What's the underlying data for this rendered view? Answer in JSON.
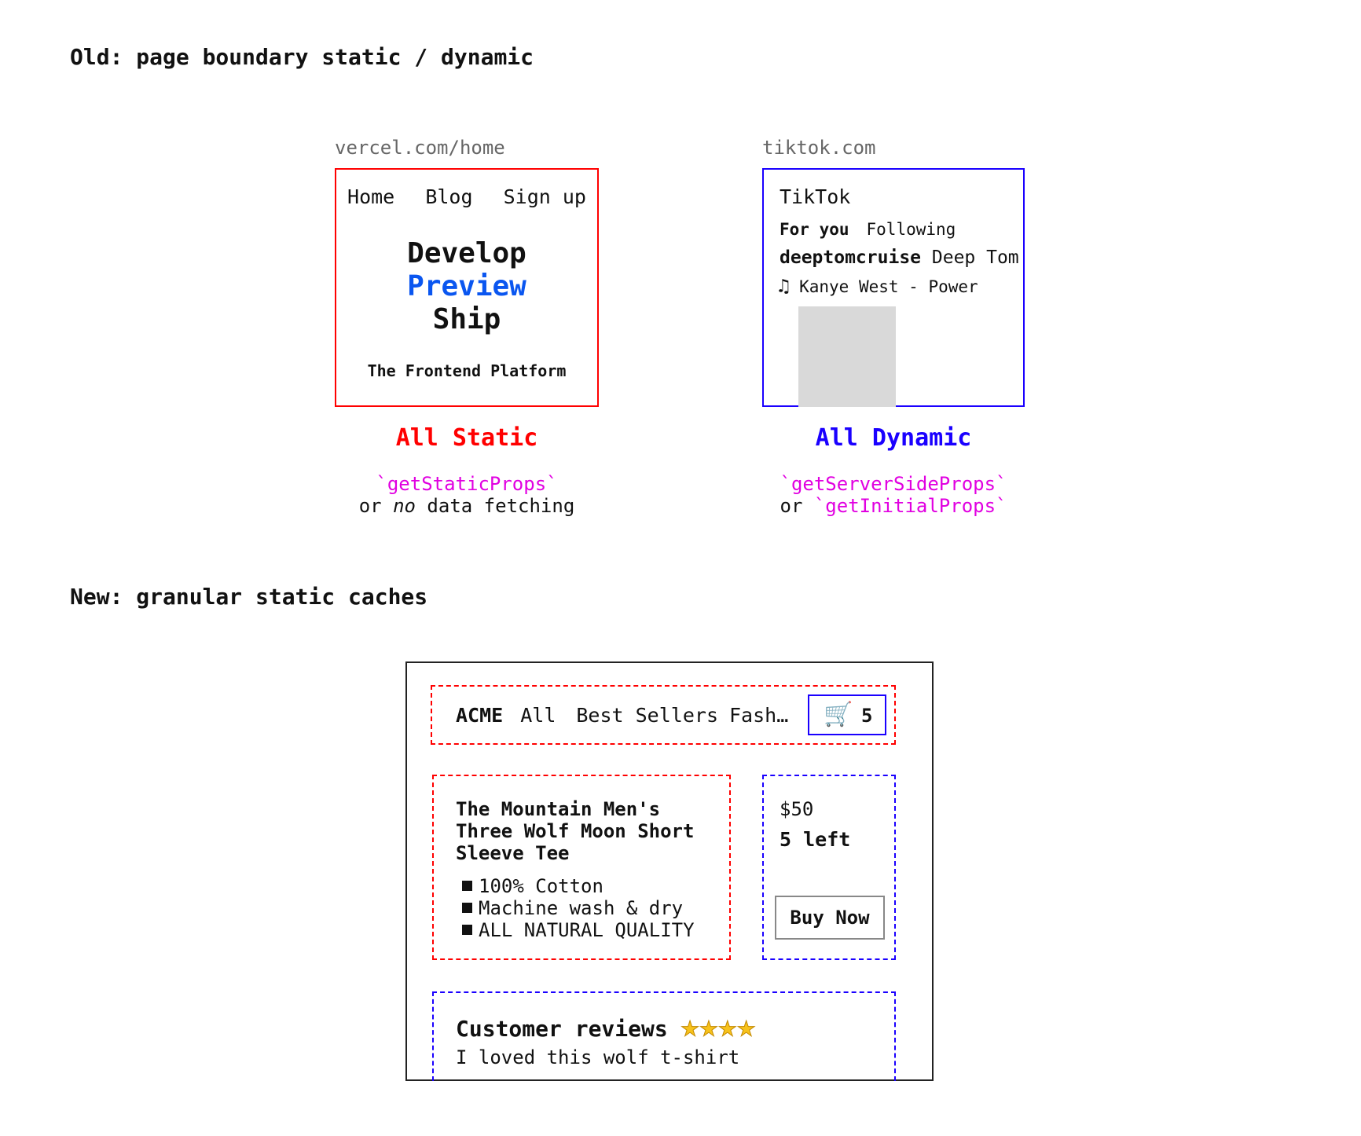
{
  "old": {
    "title": "Old: page boundary static / dynamic",
    "static_example": {
      "url": "vercel.com/home",
      "nav": [
        "Home",
        "Blog",
        "Sign up"
      ],
      "hero": [
        "Develop",
        "Preview",
        "Ship"
      ],
      "tagline": "The Frontend Platform",
      "label": "All Static",
      "method": "`getStaticProps`",
      "alt_prefix": "or ",
      "alt_emphasis": "no",
      "alt_suffix": " data fetching"
    },
    "dynamic_example": {
      "url": "tiktok.com",
      "brand": "TikTok",
      "tabs": [
        "For you",
        "Following"
      ],
      "username": "deeptomcruise",
      "display_name": "Deep Tom",
      "music_icon": "music-note-icon",
      "song": "Kanye West - Power",
      "label": "All Dynamic",
      "method": "`getServerSideProps`",
      "alt_prefix": "or ",
      "alt_method": "`getInitialProps`"
    }
  },
  "new": {
    "title": "New: granular static caches",
    "header": {
      "brand": "ACME",
      "links": [
        "All",
        "Best Sellers",
        "Fash…"
      ],
      "cart_icon": "cart-icon",
      "cart_count": "5"
    },
    "product": {
      "name": [
        "The Mountain Men's",
        "Three Wolf Moon Short",
        "Sleeve Tee"
      ],
      "features": [
        "100% Cotton",
        "Machine wash & dry",
        "ALL NATURAL QUALITY"
      ]
    },
    "purchase": {
      "price": "$50",
      "stock": "5 left",
      "buy_label": "Buy Now"
    },
    "reviews": {
      "title": "Customer reviews",
      "rating": 4,
      "review_text": "I loved this wolf t-shirt"
    }
  },
  "colors": {
    "static": "#ff0000",
    "dynamic": "#1a00ff",
    "code": "#e100e1",
    "accent_blue": "#0a56f0"
  }
}
